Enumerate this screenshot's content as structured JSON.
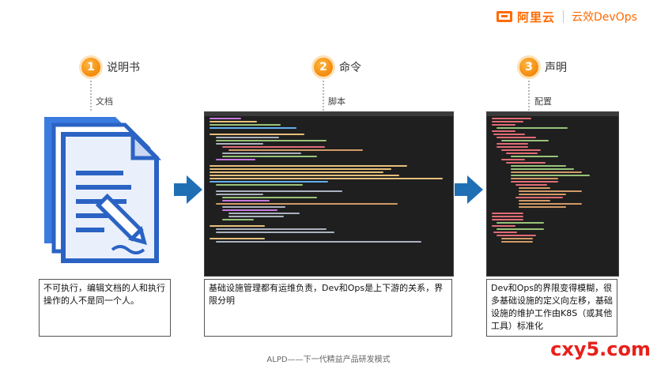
{
  "header": {
    "brand_name": "阿里云",
    "product_name": "云效DevOps"
  },
  "steps": [
    {
      "number": "1",
      "title": "说明书",
      "sublabel": "文档",
      "caption": "不可执行，编辑文档的人和执行操作的人不是同一个人。"
    },
    {
      "number": "2",
      "title": "命令",
      "sublabel": "脚本",
      "caption": "基础设施管理都有运维负责，Dev和Ops是上下游的关系，界限分明"
    },
    {
      "number": "3",
      "title": "声明",
      "sublabel": "配置",
      "caption": "Dev和Ops的界限变得模糊，很多基础设施的定义向左移，基础设施的维护工作由K8S（或其他工具）标准化"
    }
  ],
  "footer": {
    "text": "ALPD——下一代精益产品研发模式"
  },
  "watermark": {
    "text": "cxy5.com"
  },
  "colors": {
    "brand": "#ff6a00",
    "step_circle": "#f48a0c",
    "arrow": "#1f6fb5",
    "doc_icon": "#2b63c4",
    "watermark": "#e8201a"
  },
  "icons": {
    "document_illustration": "documents-with-pen-icon",
    "arrow": "right-arrow-icon"
  }
}
